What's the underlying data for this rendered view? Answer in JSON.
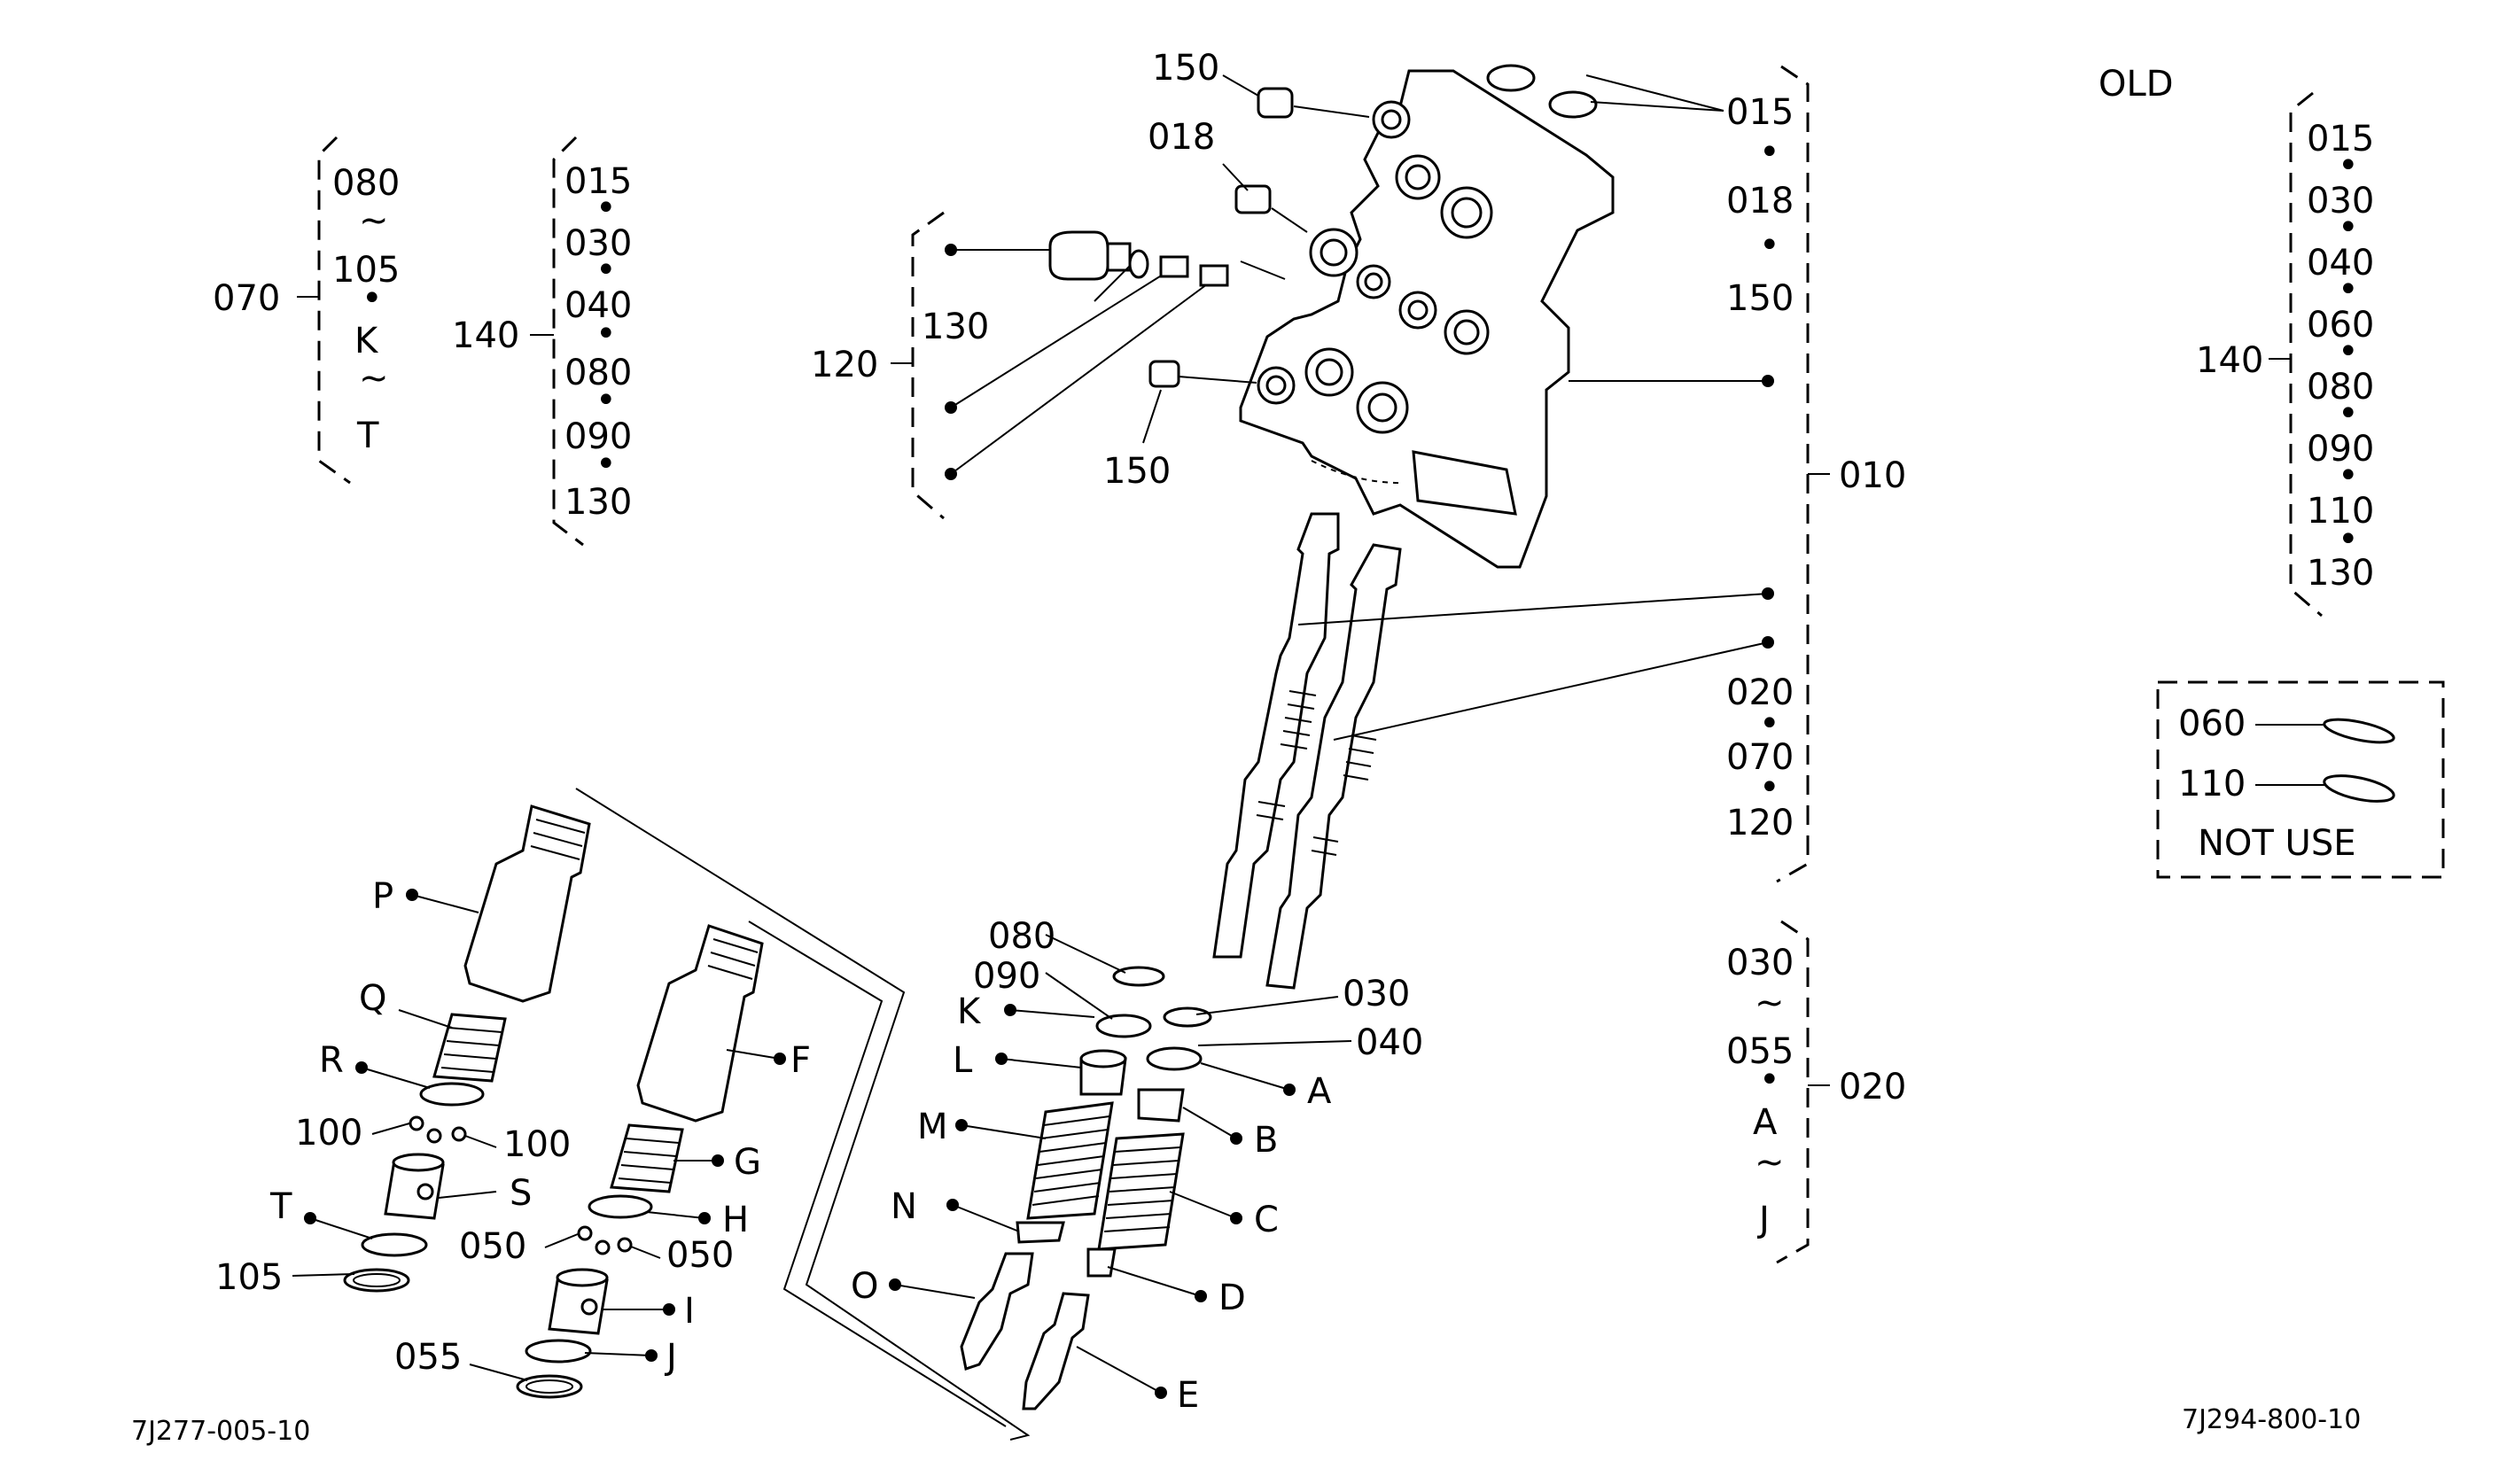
{
  "header": {
    "old_label": "OLD"
  },
  "footer": {
    "left_code": "7J277-005-10",
    "right_code": "7J294-800-10"
  },
  "groups": {
    "g070": {
      "label": "070",
      "items": [
        "080",
        "~",
        "105",
        "•",
        "K",
        "~",
        "T"
      ]
    },
    "g140a": {
      "label": "140",
      "items": [
        "015",
        "•",
        "030",
        "•",
        "040",
        "•",
        "080",
        "•",
        "090",
        "•",
        "130"
      ]
    },
    "g120": {
      "label": "120"
    },
    "g010": {
      "label": "010",
      "items": [
        "015",
        "•",
        "018",
        "•",
        "150",
        "020",
        "•",
        "070",
        "•",
        "120"
      ]
    },
    "g020": {
      "label": "020",
      "items": [
        "030",
        "~",
        "055",
        "•",
        "A",
        "~",
        "J"
      ]
    },
    "g140b": {
      "label": "140",
      "items": [
        "015",
        "•",
        "030",
        "•",
        "040",
        "•",
        "060",
        "•",
        "080",
        "•",
        "090",
        "•",
        "110",
        "•",
        "130"
      ]
    }
  },
  "not_use_box": {
    "items": [
      "060",
      "110"
    ],
    "caption": "NOT USE"
  },
  "callouts": {
    "c150a": "150",
    "c018": "018",
    "c130": "130",
    "c150b": "150",
    "c080": "080",
    "c090": "090",
    "cK": "K",
    "cL": "L",
    "cM": "M",
    "cN": "N",
    "cO": "O",
    "c030": "030",
    "c040": "040",
    "cA": "A",
    "cB": "B",
    "cC": "C",
    "cD": "D",
    "cE": "E",
    "cP": "P",
    "cQ": "Q",
    "cR": "R",
    "c100a": "100",
    "c100b": "100",
    "cS": "S",
    "cT": "T",
    "c105": "105",
    "cF": "F",
    "cG": "G",
    "cH": "H",
    "c050a": "050",
    "c050b": "050",
    "cI": "I",
    "cJ": "J",
    "c055": "055"
  }
}
